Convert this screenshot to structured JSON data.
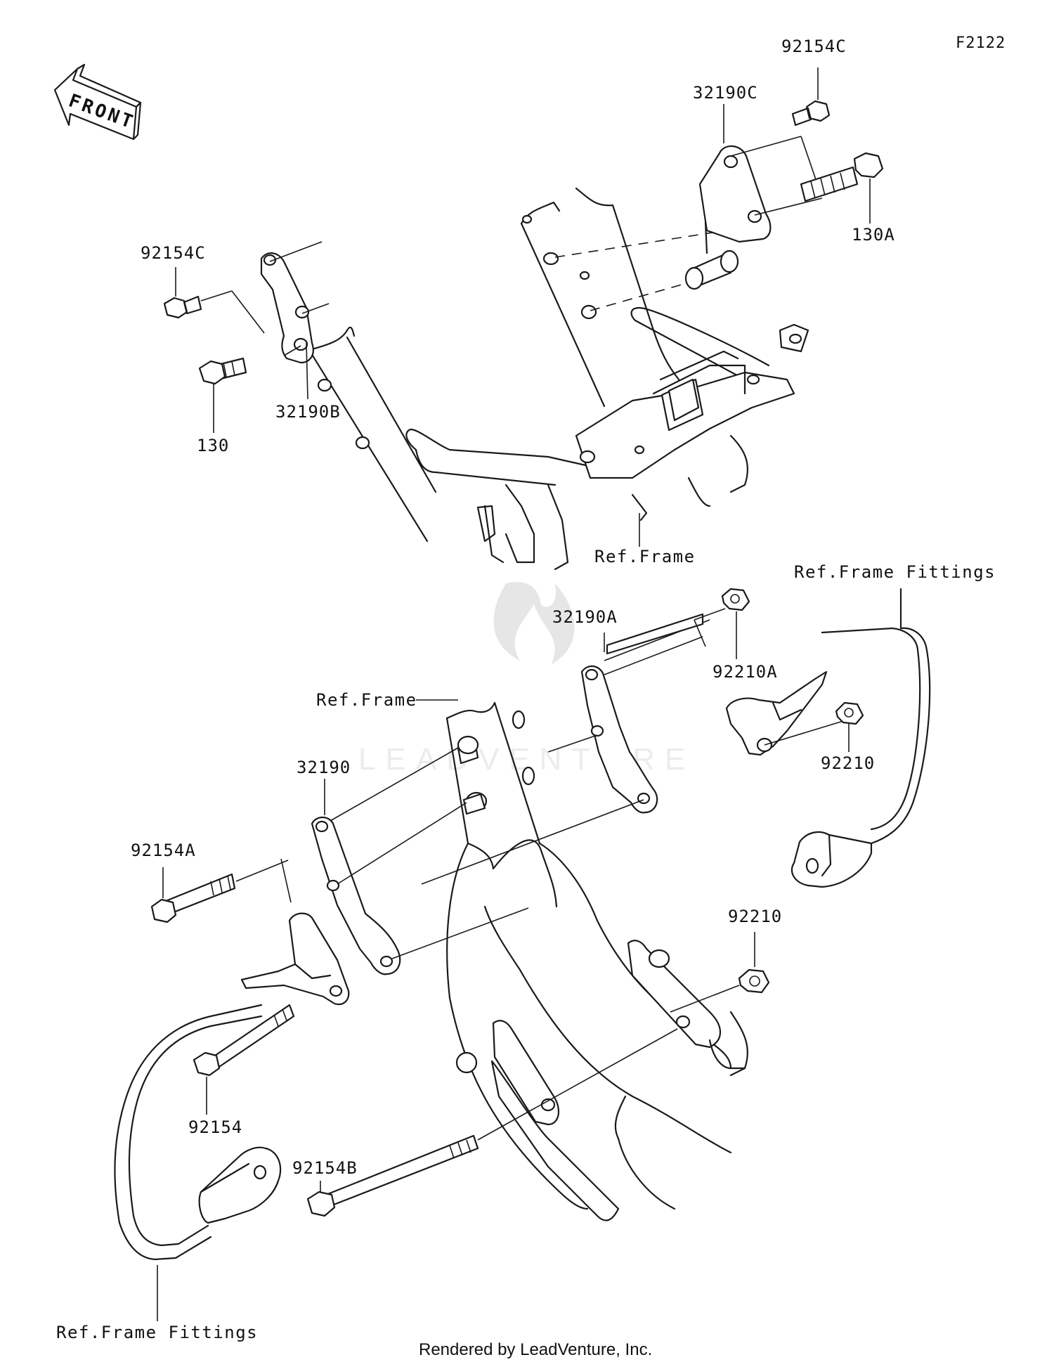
{
  "diagram_code": "F2122",
  "front_arrow_label": "FRONT",
  "credit": "Rendered by LeadVenture, Inc.",
  "watermark": "LEADVENTURE",
  "references": {
    "frame_upper": "Ref.Frame",
    "frame_lower": "Ref.Frame",
    "fittings_right": "Ref.Frame Fittings",
    "fittings_left": "Ref.Frame Fittings"
  },
  "parts": {
    "p92154C_top": "92154C",
    "p32190C": "32190C",
    "p130A": "130A",
    "p92154C_left": "92154C",
    "p32190B": "32190B",
    "p130": "130",
    "p32190A": "32190A",
    "p92210A": "92210A",
    "p92210_right": "92210",
    "p32190": "32190",
    "p92154A": "92154A",
    "p92210_lower": "92210",
    "p92154": "92154",
    "p92154B": "92154B"
  }
}
